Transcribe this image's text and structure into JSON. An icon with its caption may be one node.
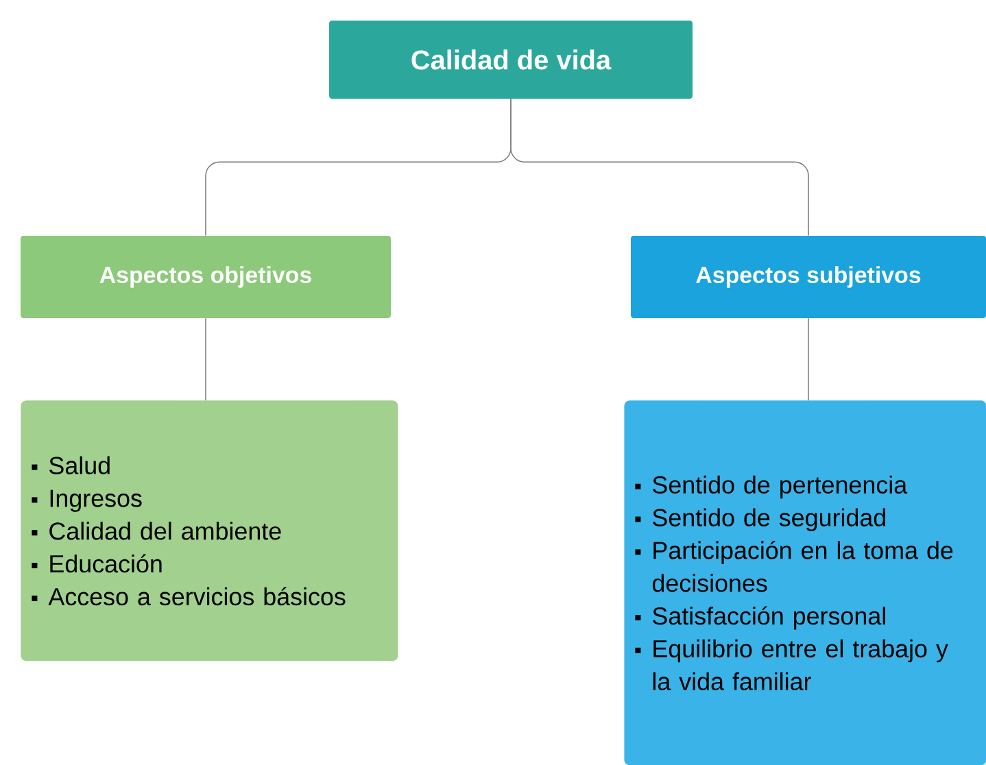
{
  "diagram": {
    "nodes": [
      {
        "text": [
          "Calidad de vida"
        ]
      },
      {
        "text": [
          "Aspectos objetivos"
        ]
      },
      {
        "text": [
          "Aspectos subjetivos"
        ]
      },
      {
        "text": [
          "Salud",
          "Ingresos",
          "Calidad del ambiente",
          "Educación",
          "Acceso a servicios básicos"
        ]
      },
      {
        "text": [
          "Sentido de pertenencia",
          "Sentido de seguridad",
          "Participación en la toma de decisiones",
          "Satisfacción personal",
          "Equilibrio entre el trabajo y la vida familiar"
        ]
      }
    ],
    "edges": [
      {
        "from": 0,
        "to": 1,
        "arrow": "none"
      },
      {
        "from": 0,
        "to": 2,
        "arrow": "none"
      },
      {
        "from": 1,
        "to": 3,
        "arrow": "none"
      },
      {
        "from": 2,
        "to": 4,
        "arrow": "none"
      }
    ]
  }
}
